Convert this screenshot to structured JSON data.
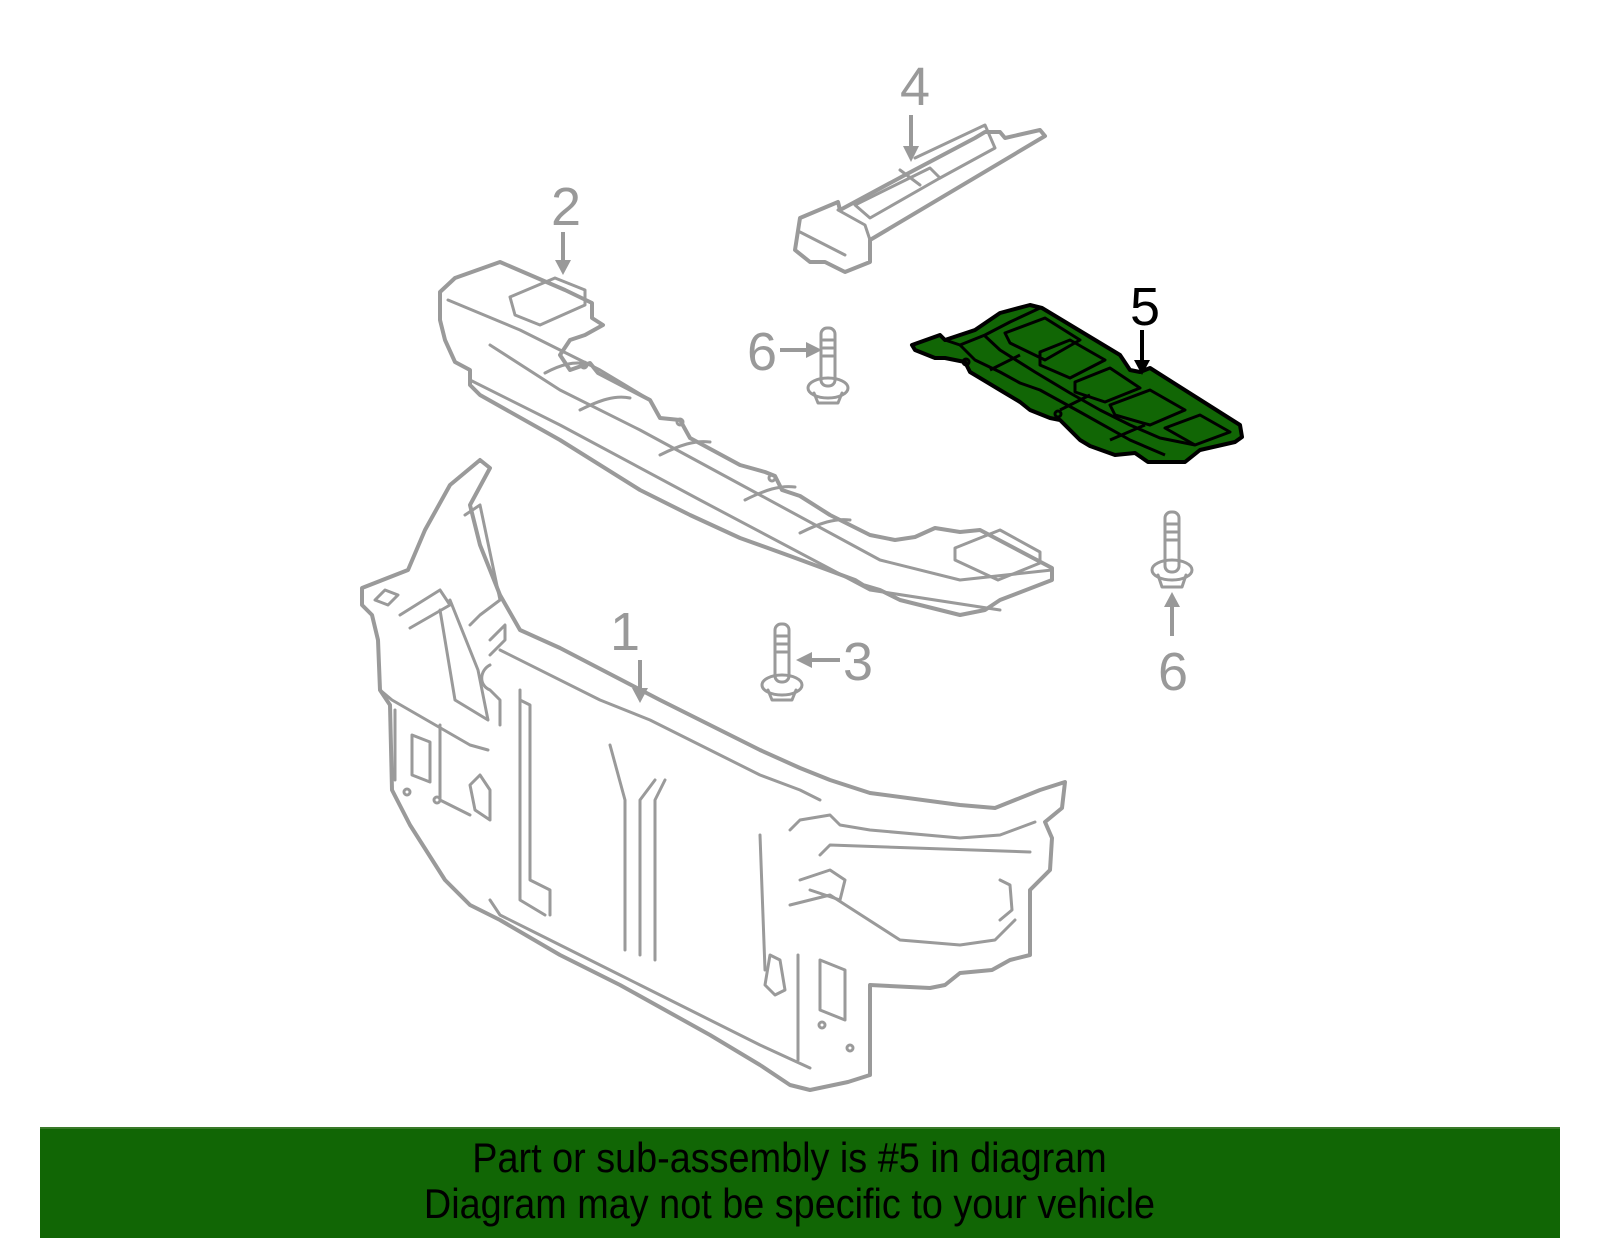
{
  "diagram": {
    "highlight_color": "#116605",
    "line_color": "#9a9a9a",
    "callouts": [
      {
        "number": "1",
        "part": "radiator-support"
      },
      {
        "number": "2",
        "part": "upper-deflector"
      },
      {
        "number": "3",
        "part": "bolt"
      },
      {
        "number": "4",
        "part": "side-bracket"
      },
      {
        "number": "5",
        "part": "splash-shield",
        "highlighted": true
      },
      {
        "number": "6",
        "part": "bolt-upper"
      },
      {
        "number": "6",
        "part": "bolt-lower"
      }
    ]
  },
  "banner": {
    "background": "#116605",
    "line1": "Part or sub-assembly is #5 in diagram",
    "line2": "Diagram may not be specific to your vehicle"
  }
}
